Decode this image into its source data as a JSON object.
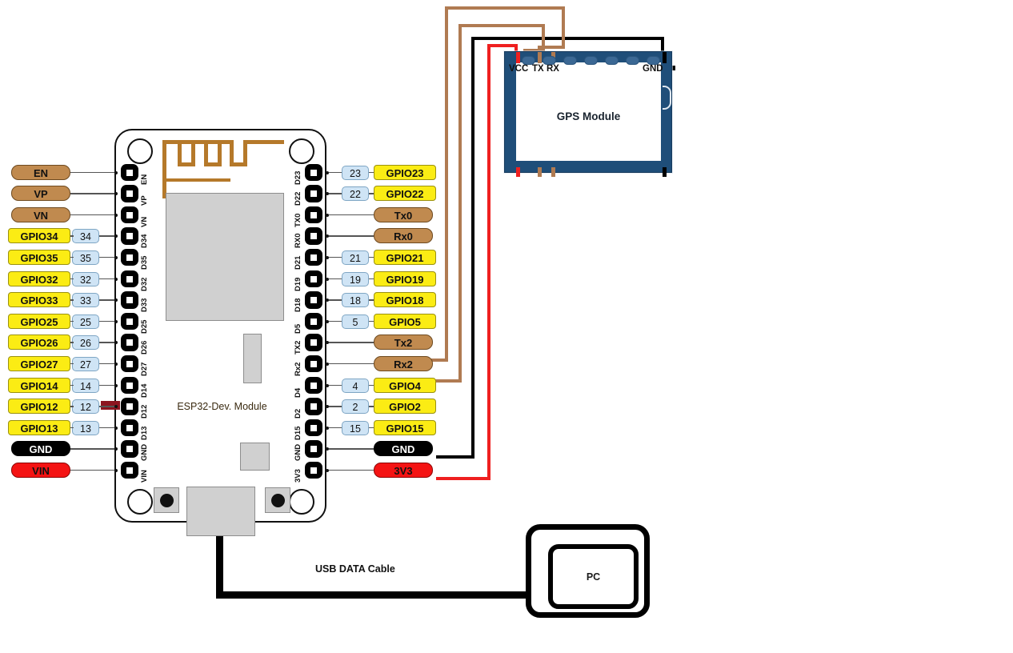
{
  "diagram": {
    "board_title": "ESP32-Dev. Module",
    "gps_title": "GPS Module",
    "pc_label": "PC",
    "usb_cable_label": "USB DATA Cable"
  },
  "esp32": {
    "left_pins": [
      {
        "label": "EN",
        "style": "brown",
        "num": "",
        "pin": "EN"
      },
      {
        "label": "VP",
        "style": "brown",
        "num": "",
        "pin": "VP"
      },
      {
        "label": "VN",
        "style": "brown",
        "num": "",
        "pin": "VN"
      },
      {
        "label": "GPIO34",
        "style": "yellow",
        "num": "34",
        "pin": "D34"
      },
      {
        "label": "GPIO35",
        "style": "yellow",
        "num": "35",
        "pin": "D35"
      },
      {
        "label": "GPIO32",
        "style": "yellow",
        "num": "32",
        "pin": "D32"
      },
      {
        "label": "GPIO33",
        "style": "yellow",
        "num": "33",
        "pin": "D33"
      },
      {
        "label": "GPIO25",
        "style": "yellow",
        "num": "25",
        "pin": "D25"
      },
      {
        "label": "GPIO26",
        "style": "yellow",
        "num": "26",
        "pin": "D26"
      },
      {
        "label": "GPIO27",
        "style": "yellow",
        "num": "27",
        "pin": "D27"
      },
      {
        "label": "GPIO14",
        "style": "yellow",
        "num": "14",
        "pin": "D14"
      },
      {
        "label": "GPIO12",
        "style": "yellow",
        "num": "12",
        "pin": "D12"
      },
      {
        "label": "GPIO13",
        "style": "yellow",
        "num": "13",
        "pin": "D13"
      },
      {
        "label": "GND",
        "style": "black",
        "num": "",
        "pin": "GND"
      },
      {
        "label": "VIN",
        "style": "red",
        "num": "",
        "pin": "VIN"
      }
    ],
    "right_pins": [
      {
        "label": "GPIO23",
        "style": "yellow",
        "num": "23",
        "pin": "D23"
      },
      {
        "label": "GPIO22",
        "style": "yellow",
        "num": "22",
        "pin": "D22"
      },
      {
        "label": "Tx0",
        "style": "brown",
        "num": "",
        "pin": "TX0"
      },
      {
        "label": "Rx0",
        "style": "brown",
        "num": "",
        "pin": "RX0"
      },
      {
        "label": "GPIO21",
        "style": "yellow",
        "num": "21",
        "pin": "D21"
      },
      {
        "label": "GPIO19",
        "style": "yellow",
        "num": "19",
        "pin": "D19"
      },
      {
        "label": "GPIO18",
        "style": "yellow",
        "num": "18",
        "pin": "D18"
      },
      {
        "label": "GPIO5",
        "style": "yellow",
        "num": "5",
        "pin": "D5"
      },
      {
        "label": "Tx2",
        "style": "brown",
        "num": "",
        "pin": "TX2"
      },
      {
        "label": "Rx2",
        "style": "brown",
        "num": "",
        "pin": "Rx2"
      },
      {
        "label": "GPIO4",
        "style": "yellow",
        "num": "4",
        "pin": "D4"
      },
      {
        "label": "GPIO2",
        "style": "yellow",
        "num": "2",
        "pin": "D2"
      },
      {
        "label": "GPIO15",
        "style": "yellow",
        "num": "15",
        "pin": "D15"
      },
      {
        "label": "GND",
        "style": "black",
        "num": "",
        "pin": "GND"
      },
      {
        "label": "3V3",
        "style": "red",
        "num": "",
        "pin": "3V3"
      }
    ]
  },
  "gps": {
    "pins": [
      {
        "label": "VCC",
        "color": "#ef2020"
      },
      {
        "label": "TX",
        "color": "#b07b52"
      },
      {
        "label": "RX",
        "color": "#b07b52"
      },
      {
        "label": "GND",
        "color": "#000000"
      }
    ]
  },
  "connections": [
    {
      "from": "Tx2",
      "to": "RX",
      "color": "#b07b52"
    },
    {
      "from": "Rx2",
      "to": "TX",
      "color": "#b07b52"
    },
    {
      "from": "GND",
      "to": "GND",
      "color": "#000000"
    },
    {
      "from": "3V3",
      "to": "VCC",
      "color": "#ef2020"
    },
    {
      "from": "USB",
      "to": "PC",
      "color": "#000000"
    }
  ],
  "colors": {
    "brown_wire": "#b07b52",
    "black_wire": "#000000",
    "red_wire": "#ef2020",
    "yellow_label": "#fbec14",
    "brown_label": "#c08a4f",
    "red_label": "#f41313",
    "pcb_blue": "#1f4e79",
    "antenna_trace": "#b5792a"
  }
}
